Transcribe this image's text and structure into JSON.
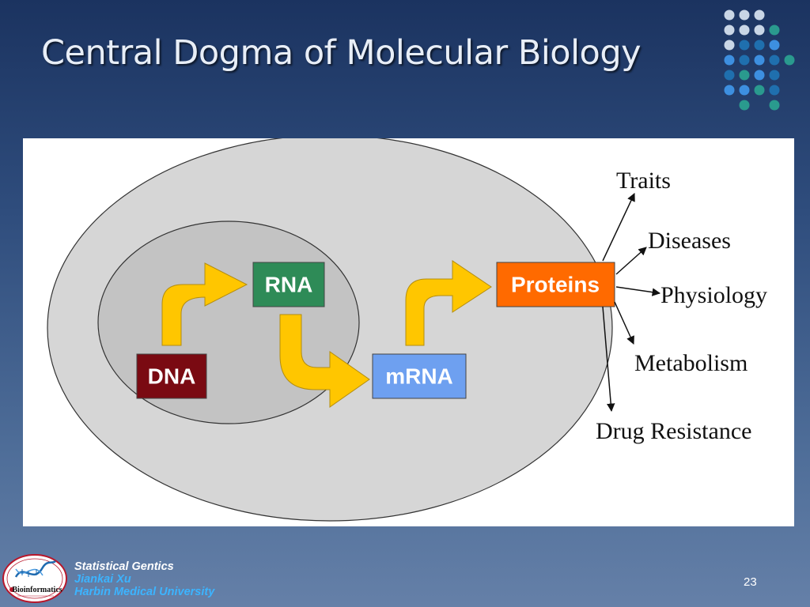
{
  "slide": {
    "title": "Central Dogma of Molecular Biology",
    "page_number": "23"
  },
  "footer": {
    "line1": "Statistical Gentics",
    "line2": "Jiankai Xu",
    "line3": "Harbin Medical University"
  },
  "logo": {
    "text": "Bioinformatics"
  },
  "diagram": {
    "boxes": {
      "dna": "DNA",
      "rna": "RNA",
      "mrna": "mRNA",
      "proteins": "Proteins"
    },
    "outcomes": [
      "Traits",
      "Diseases",
      "Physiology",
      "Metabolism",
      "Drug Resistance"
    ]
  },
  "colors": {
    "dna_box": "#7a0a12",
    "rna_box": "#2e8b57",
    "mrna_box": "#6ea0f0",
    "proteins_box": "#ff6a00",
    "arrow_fill": "#ffc600",
    "outer_cell": "#d6d6d6",
    "nucleus": "#c3c3c3"
  }
}
